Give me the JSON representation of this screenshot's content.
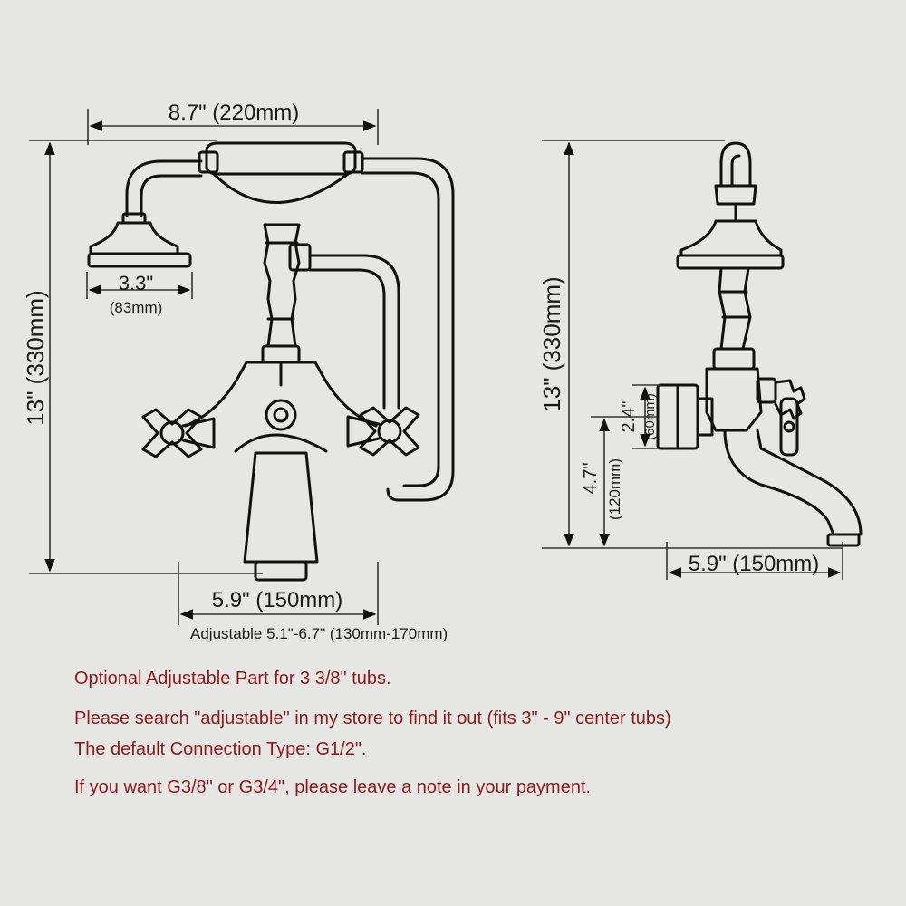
{
  "dimensions": {
    "overall_width": "8.7\" (220mm)",
    "height_front": "13\" (330mm)",
    "head_diameter": "3.3\"",
    "head_diameter_mm": "(83mm)",
    "center_front": "5.9\" (150mm)",
    "adjustable_range": "Adjustable 5.1\"-6.7\" (130mm-170mm)",
    "height_side": "13\" (330mm)",
    "mount_height_in": "2.4\"",
    "mount_height_mm": "(60mm)",
    "spout_height_in": "4.7\"",
    "spout_height_mm": "(120mm)",
    "spout_reach": "5.9\" (150mm)"
  },
  "notes": {
    "line1": "Optional Adjustable Part for 3 3/8\" tubs.",
    "line2": "Please search \"adjustable\" in my store to find it out (fits 3\" - 9\" center tubs)",
    "line3": "The default Connection Type: G1/2\".",
    "line4": "If you want G3/8\" or G3/4\", please leave a note in your payment."
  },
  "colors": {
    "line": "#111111",
    "note_text": "#8b1a1a",
    "background": "#e6e6e4"
  }
}
